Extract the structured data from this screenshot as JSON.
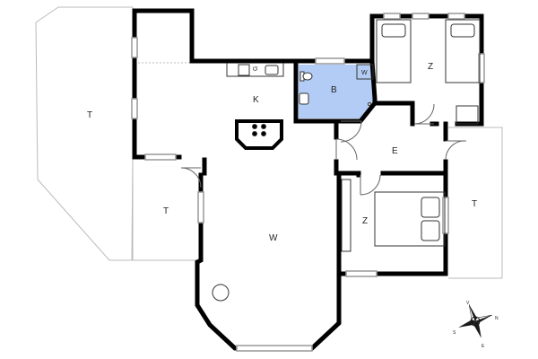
{
  "floorplan": {
    "rooms": {
      "terrace_west": "T",
      "terrace_southwest": "T",
      "kitchen": "K",
      "bathroom": "B",
      "bath_washer": "W",
      "bedroom_north": "Z",
      "entrance": "E",
      "bedroom_south": "Z",
      "terrace_east": "T",
      "living": "W"
    },
    "kitchen_appliance": "G",
    "compass": {
      "n": "N",
      "s": "S",
      "e": "E",
      "w": "V"
    },
    "colors": {
      "wall": "#000000",
      "bathroom_fill": "#b3ccf5",
      "terrace_outline": "#bbbbbb",
      "window": "#999999",
      "door": "#666666"
    }
  }
}
